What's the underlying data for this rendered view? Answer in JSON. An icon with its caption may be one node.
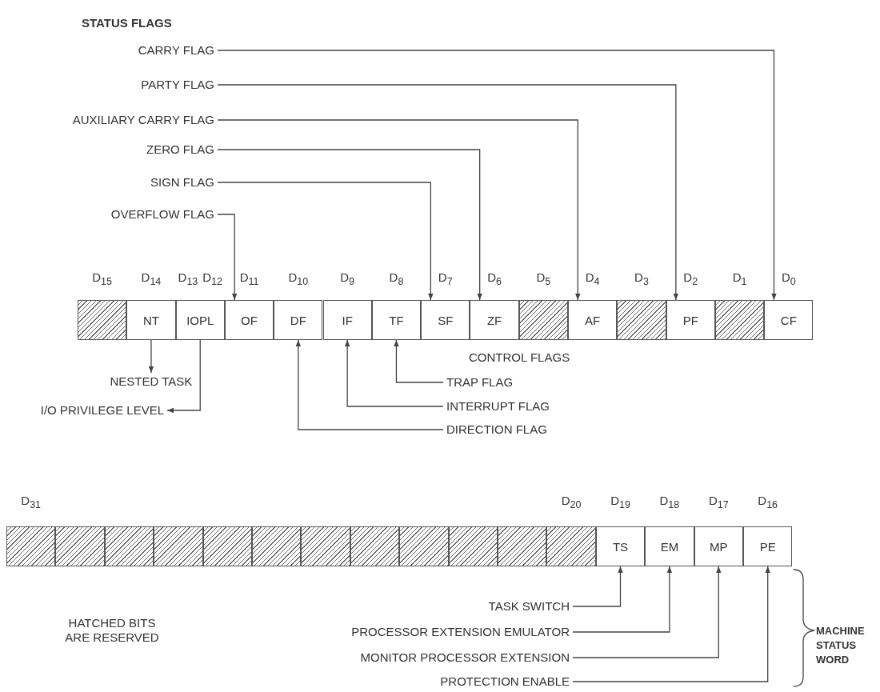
{
  "diagram": {
    "nodes": [
      {
        "text": [
          "CARRY FLAG"
        ]
      },
      {
        "text": [
          "PARTY FLAG"
        ]
      },
      {
        "text": [
          "AUXILIARY CARRY FLAG"
        ]
      },
      {
        "text": [
          "ZERO FLAG"
        ]
      },
      {
        "text": [
          "SIGN FLAG"
        ]
      },
      {
        "text": [
          "OVERFLOW FLAG"
        ]
      },
      {
        "text": [],
        "shape": "box"
      },
      {
        "text": [
          "NT"
        ]
      },
      {
        "text": [
          "IOPL"
        ]
      },
      {
        "text": [
          "OF"
        ]
      },
      {
        "text": [
          "DF"
        ]
      },
      {
        "text": [
          "IF"
        ]
      },
      {
        "text": [
          "TF"
        ]
      },
      {
        "text": [
          "SF"
        ]
      },
      {
        "text": [
          "ZF"
        ]
      },
      {
        "text": [],
        "shape": "box"
      },
      {
        "text": [
          "AF"
        ]
      },
      {
        "text": [],
        "shape": "box"
      },
      {
        "text": [
          "PF"
        ]
      },
      {
        "text": [],
        "shape": "box"
      },
      {
        "text": [
          "CF"
        ]
      },
      {
        "text": [
          "NESTED TASK"
        ]
      },
      {
        "text": [
          "TRAP FLAG"
        ]
      },
      {
        "text": [
          "INTERRUPT FLAG"
        ]
      },
      {
        "text": [
          "I/O PRIVILEGE LEVEL"
        ]
      },
      {
        "text": [
          "DIRECTION FLAG"
        ]
      },
      {
        "text": [],
        "shape": "box"
      },
      {
        "text": [],
        "shape": "box"
      },
      {
        "text": [],
        "shape": "box"
      },
      {
        "text": [],
        "shape": "box"
      },
      {
        "text": [],
        "shape": "box"
      },
      {
        "text": [],
        "shape": "box"
      },
      {
        "text": [],
        "shape": "box"
      },
      {
        "text": [],
        "shape": "box"
      },
      {
        "text": [],
        "shape": "box"
      },
      {
        "text": [],
        "shape": "box"
      },
      {
        "text": [],
        "shape": "box"
      },
      {
        "text": [],
        "shape": "box"
      },
      {
        "text": [
          "TS"
        ]
      },
      {
        "text": [
          "EM"
        ]
      },
      {
        "text": [
          "MP"
        ]
      },
      {
        "text": [
          "PE"
        ]
      },
      {
        "text": [
          "TASK SWITCH"
        ]
      },
      {
        "text": [
          "PROCESSOR EXTENSION EMULATOR"
        ]
      },
      {
        "text": [
          "MONITOR PROCESSOR EXTENSION"
        ]
      },
      {
        "text": [
          "PROTECTION ENABLE"
        ]
      }
    ],
    "edges": [
      {
        "from": 0,
        "to": 20,
        "arrow": "to"
      },
      {
        "from": 1,
        "to": 18,
        "arrow": "to"
      },
      {
        "from": 2,
        "to": 16,
        "arrow": "to"
      },
      {
        "from": 3,
        "to": 14,
        "arrow": "to"
      },
      {
        "from": 4,
        "to": 13,
        "arrow": "to"
      },
      {
        "from": 5,
        "to": 9,
        "arrow": "to"
      },
      {
        "from": 7,
        "to": 21,
        "arrow": "to"
      },
      {
        "from": 8,
        "to": 24,
        "arrow": "to"
      },
      {
        "from": 22,
        "to": 12,
        "arrow": "to"
      },
      {
        "from": 23,
        "to": 11,
        "arrow": "to"
      },
      {
        "from": 25,
        "to": 10,
        "arrow": "to"
      },
      {
        "from": 42,
        "to": 38,
        "arrow": "to"
      },
      {
        "from": 43,
        "to": 39,
        "arrow": "to"
      },
      {
        "from": 44,
        "to": 40,
        "arrow": "to"
      },
      {
        "from": 45,
        "to": 41,
        "arrow": "to"
      }
    ],
    "labels": [
      "STATUS FLAGS",
      "D$_{15}$",
      "D$_{14}$",
      "D$_{13}$",
      "D$_{12}$",
      "D$_{11}$",
      "D$_{10}$",
      "D$_{9}$",
      "D$_{8}$",
      "D$_{7}$",
      "D$_{6}$",
      "D$_{5}$",
      "D$_{4}$",
      "D$_{3}$",
      "D$_{2}$",
      "D$_{1}$",
      "D$_{0}$",
      "CONTROL FLAGS",
      "D$_{31}$",
      "D$_{20}$",
      "D$_{19}$",
      "D$_{18}$",
      "D$_{17}$",
      "D$_{16}$",
      "HATCHED BITS ARE RESERVED",
      "MACHINE STATUS WORD"
    ]
  }
}
